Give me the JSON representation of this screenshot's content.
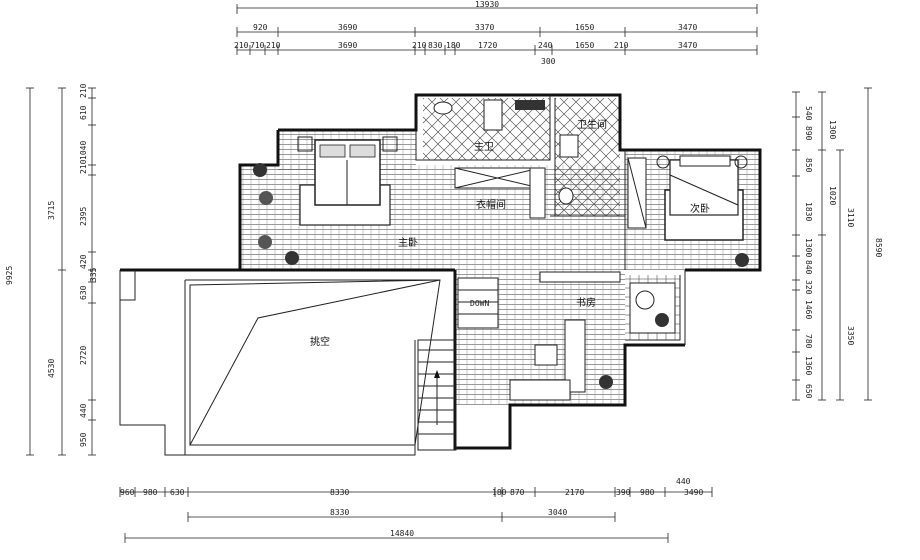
{
  "dimensions": {
    "top_total": "13930",
    "top_row1": [
      "920",
      "3690",
      "3370",
      "1650",
      "3470"
    ],
    "top_row2": [
      "210",
      "710",
      "210",
      "3690",
      "210",
      "830",
      "180",
      "1720",
      "240",
      "1650",
      "210",
      "3470"
    ],
    "top_sub": "300",
    "left_outer": "9925",
    "left_mid": [
      "3715",
      "4530"
    ],
    "left_inner": [
      "210",
      "610",
      "1040",
      "210",
      "2395",
      "420",
      "335",
      "630",
      "2720",
      "440",
      "950"
    ],
    "right_inner": [
      "540",
      "890",
      "850",
      "1830",
      "1300",
      "840",
      "320",
      "1460",
      "780",
      "1360",
      "650"
    ],
    "right_mid": [
      "1300",
      "1020",
      "3110",
      "3350"
    ],
    "right_outer": "8590",
    "bottom_row1": [
      "960",
      "980",
      "630",
      "8330",
      "180",
      "870",
      "2170",
      "390",
      "980",
      "3490"
    ],
    "bottom_small": "440",
    "bottom_row2": [
      "8330",
      "3040"
    ],
    "bottom_total": "14840"
  },
  "rooms": {
    "master_bedroom": "主卧",
    "master_bath": "主卫",
    "walk_in_closet": "衣帽间",
    "bathroom": "卫生间",
    "second_bedroom": "次卧",
    "study": "书房",
    "void": "挑空",
    "stair_label": "DOWN"
  }
}
